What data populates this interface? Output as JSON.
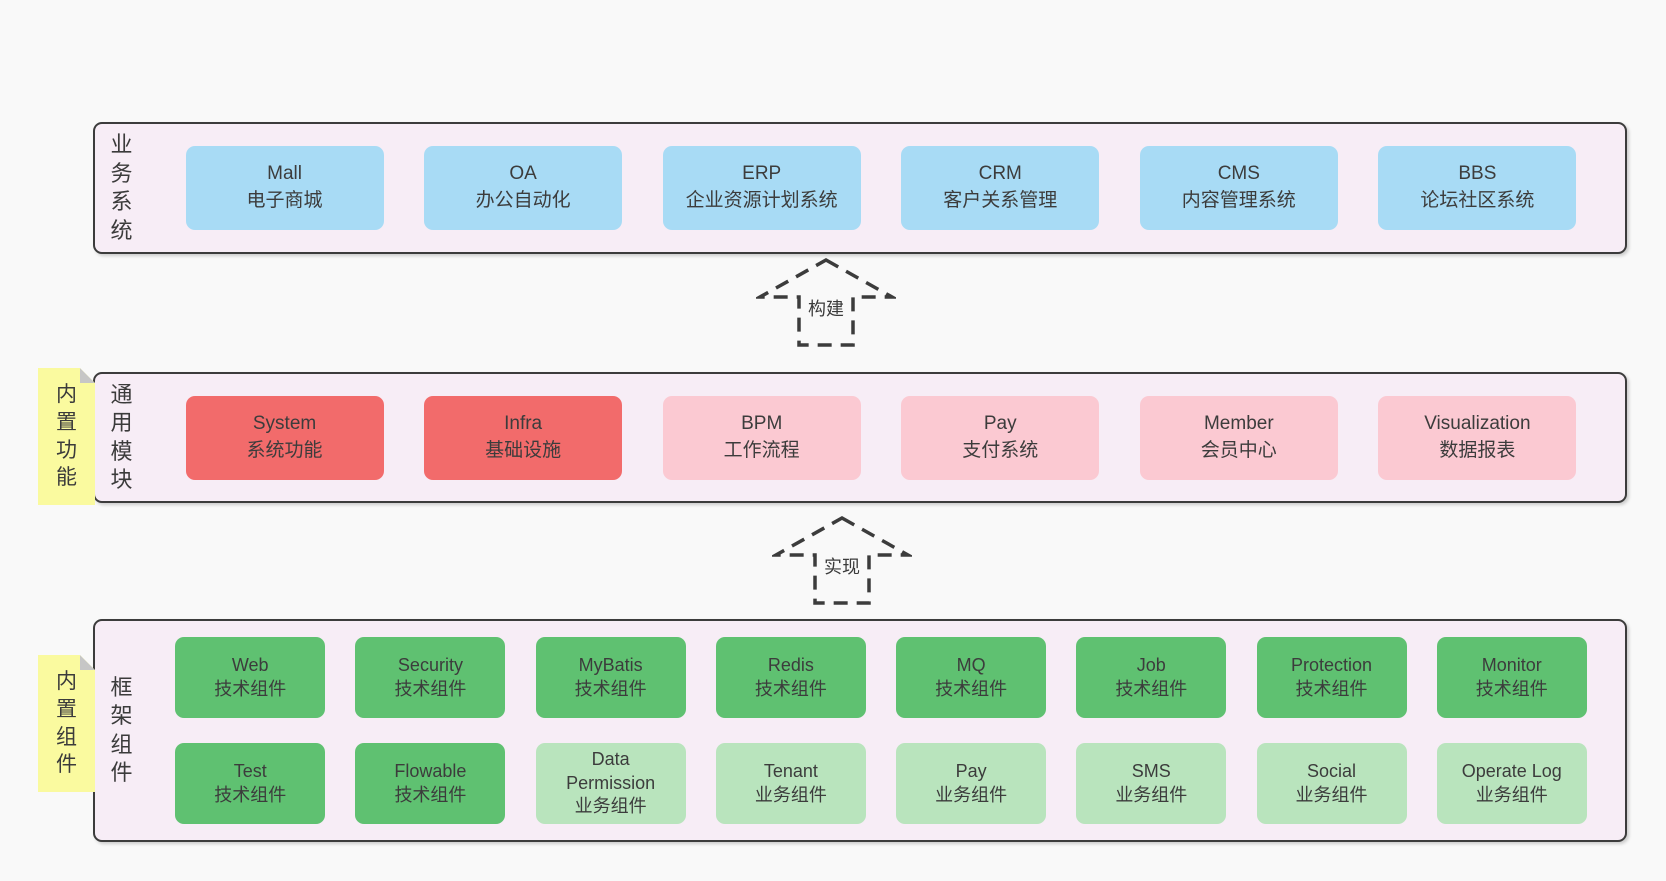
{
  "colors": {
    "page_bg": "#f9f9f9",
    "layer_bg": "#f7edf6",
    "layer_border": "#3c3c3c",
    "box_blue": "#a8dbf5",
    "box_red": "#f26b6b",
    "box_pink": "#fbc9d2",
    "box_green": "#5fc171",
    "box_light_green": "#b9e4bd",
    "sticky_yellow": "#fafa9f",
    "fold_gray": "#c6c6c6",
    "text": "#3c3c3c"
  },
  "arrows": {
    "build": {
      "label": "构建"
    },
    "implement": {
      "label": "实现"
    }
  },
  "layers": {
    "business": {
      "label": "业务系统",
      "boxes": [
        {
          "name": "Mall",
          "desc": "电子商城"
        },
        {
          "name": "OA",
          "desc": "办公自动化"
        },
        {
          "name": "ERP",
          "desc": "企业资源计划系统"
        },
        {
          "name": "CRM",
          "desc": "客户关系管理"
        },
        {
          "name": "CMS",
          "desc": "内容管理系统"
        },
        {
          "name": "BBS",
          "desc": "论坛社区系统"
        }
      ]
    },
    "modules": {
      "label": "通用模块",
      "tab": "内置功能",
      "boxes": [
        {
          "name": "System",
          "desc": "系统功能"
        },
        {
          "name": "Infra",
          "desc": "基础设施"
        },
        {
          "name": "BPM",
          "desc": "工作流程"
        },
        {
          "name": "Pay",
          "desc": "支付系统"
        },
        {
          "name": "Member",
          "desc": "会员中心"
        },
        {
          "name": "Visualization",
          "desc": "数据报表"
        }
      ]
    },
    "components": {
      "label": "框架组件",
      "tab": "内置组件",
      "row1": [
        {
          "name": "Web",
          "desc": "技术组件"
        },
        {
          "name": "Security",
          "desc": "技术组件"
        },
        {
          "name": "MyBatis",
          "desc": "技术组件"
        },
        {
          "name": "Redis",
          "desc": "技术组件"
        },
        {
          "name": "MQ",
          "desc": "技术组件"
        },
        {
          "name": "Job",
          "desc": "技术组件"
        },
        {
          "name": "Protection",
          "desc": "技术组件"
        },
        {
          "name": "Monitor",
          "desc": "技术组件"
        }
      ],
      "row2": [
        {
          "name": "Test",
          "desc": "技术组件"
        },
        {
          "name": "Flowable",
          "desc": "技术组件"
        },
        {
          "name": "Data Permission",
          "desc": "业务组件"
        },
        {
          "name": "Tenant",
          "desc": "业务组件"
        },
        {
          "name": "Pay",
          "desc": "业务组件"
        },
        {
          "name": "SMS",
          "desc": "业务组件"
        },
        {
          "name": "Social",
          "desc": "业务组件"
        },
        {
          "name": "Operate Log",
          "desc": "业务组件"
        }
      ]
    }
  }
}
